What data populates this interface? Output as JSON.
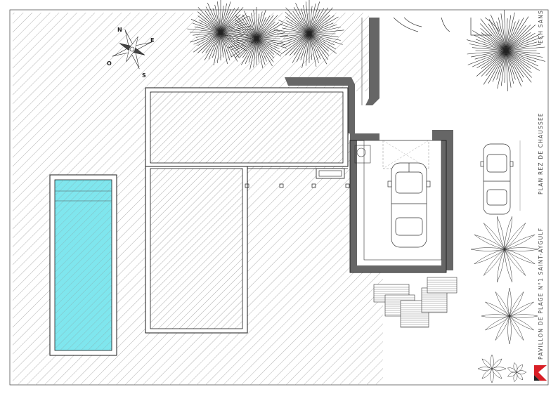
{
  "title_block": {
    "scale": "ECH SANS",
    "plan_name": "PLAN REZ DE CHAUSSEE",
    "project": "PAVILLON DE PLAGE N°1 SAINT-AYGULF"
  },
  "compass": {
    "north": "N",
    "east": "E",
    "south": "S",
    "west": "O"
  },
  "colors": {
    "line": "#1a1a1a",
    "hatch": "#9a9a9a",
    "pool_water": "#7fe6ee",
    "wall_fill": "#555555",
    "logo": "#d81f26"
  },
  "logo": {
    "icon": "architect-logo-icon"
  }
}
